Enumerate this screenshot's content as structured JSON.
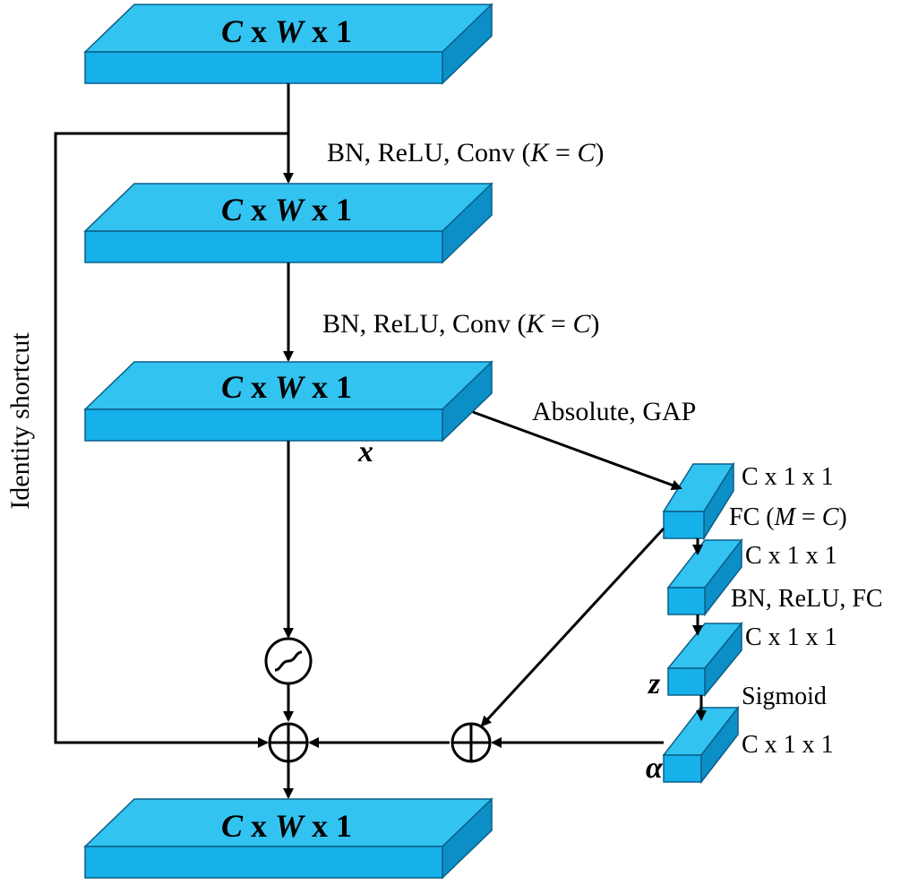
{
  "colors": {
    "block_top": "#33c3f0",
    "block_front": "#16b0ea",
    "block_side": "#0c8fc6",
    "outline": "#0a5f88",
    "line": "#000000"
  },
  "blocks": {
    "b1": {
      "c": "C",
      "x1": " x ",
      "w": "W",
      "x2": " x 1"
    },
    "b2": {
      "c": "C",
      "x1": " x ",
      "w": "W",
      "x2": " x 1"
    },
    "b3": {
      "c": "C",
      "x1": " x ",
      "w": "W",
      "x2": " x 1"
    },
    "b4": {
      "c": "C",
      "x1": " x ",
      "w": "W",
      "x2": " x 1"
    }
  },
  "edges": {
    "conv1": {
      "pre": "BN, ReLU, Conv (",
      "k": "K",
      "mid": " = ",
      "c": "C",
      "post": ")"
    },
    "conv2": {
      "pre": "BN, ReLU, Conv (",
      "k": "K",
      "mid": " = ",
      "c": "C",
      "post": ")"
    },
    "gap": "Absolute, GAP",
    "fc1": {
      "pre": "FC (",
      "m": "M",
      "mid": " = ",
      "c": "C",
      "post": ")"
    },
    "fc2": "BN, ReLU, FC",
    "sigmoid": "Sigmoid",
    "shortcut": "Identity shortcut"
  },
  "small_blocks": {
    "s1": "C x 1 x 1",
    "s2": "C x 1 x 1",
    "s3": "C x 1 x 1",
    "s4": "C x 1 x 1"
  },
  "variables": {
    "x": "x",
    "z": "z",
    "alpha": "α"
  },
  "icons": {
    "threshold": "soft-threshold-icon",
    "add": "circled-plus-icon"
  }
}
